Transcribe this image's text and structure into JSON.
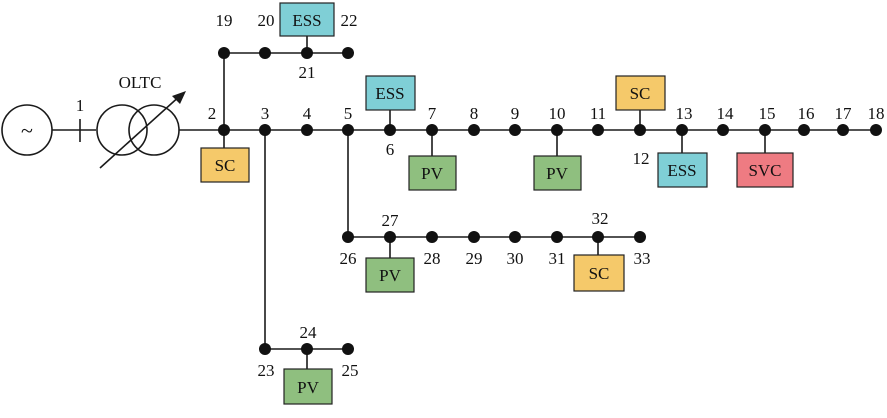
{
  "diagram": {
    "source_symbol": "~",
    "source_bus_label": "1",
    "transformer_label": "OLTC",
    "bus_labels": [
      "2",
      "3",
      "4",
      "5",
      "6",
      "7",
      "8",
      "9",
      "10",
      "11",
      "12",
      "13",
      "14",
      "15",
      "16",
      "17",
      "18",
      "19",
      "20",
      "21",
      "22",
      "23",
      "24",
      "25",
      "26",
      "27",
      "28",
      "29",
      "30",
      "31",
      "32",
      "33"
    ],
    "devices": {
      "sc": "SC",
      "pv": "PV",
      "ess": "ESS",
      "svc": "SVC"
    },
    "colors": {
      "sc": "#f5c96a",
      "pv": "#8fbf7f",
      "ess": "#7fcfd6",
      "svc": "#ee7b82",
      "line": "#1a1a1a",
      "node": "#111111"
    }
  }
}
